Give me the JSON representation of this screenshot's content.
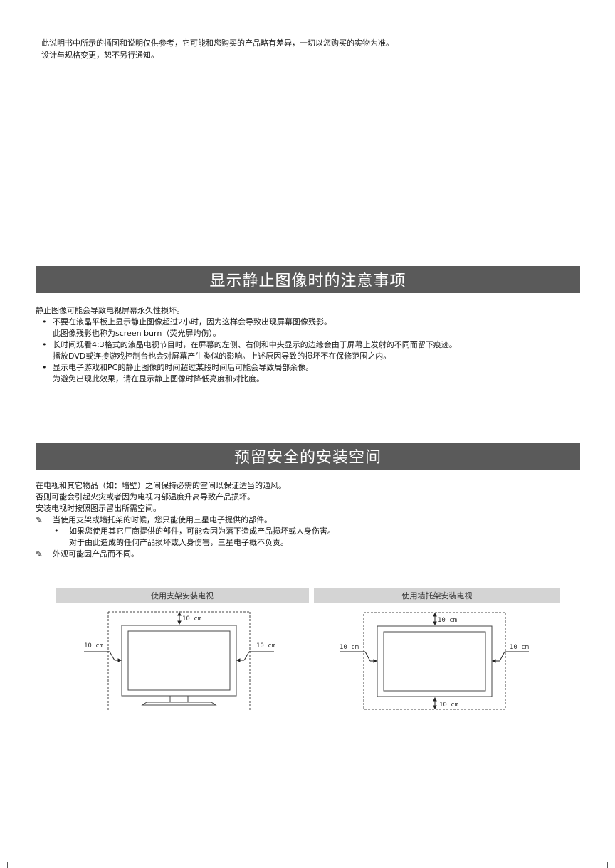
{
  "intro": {
    "line1": "此说明书中所示的插图和说明仅供参考，它可能和您购买的产品略有差异，一切以您购买的实物为准。",
    "line2": "设计与规格变更，恕不另行通知。"
  },
  "section1": {
    "title": "显示静止图像时的注意事项",
    "lead": "静止图像可能会导致电视屏幕永久性损坏。",
    "bullets": [
      {
        "line1": "不要在液晶平板上显示静止图像超过2小时，因为这样会导致出现屏幕图像残影。",
        "line2": "此图像残影也称为screen  burn（荧光屏灼伤）。"
      },
      {
        "line1": "长时间观看4:3格式的液晶电视节目时，在屏幕的左侧、右侧和中央显示的边缘会由于屏幕上发射的不同而留下痕迹。",
        "line2": "播放DVD或连接游戏控制台也会对屏幕产生类似的影响。上述原因导致的损坏不在保修范围之内。"
      },
      {
        "line1": "显示电子游戏和PC的静止图像的时间超过某段时间后可能会导致局部余像。",
        "line2": "为避免出现此效果，请在显示静止图像时降低亮度和对比度。"
      }
    ]
  },
  "section2": {
    "title": "预留安全的安装空间",
    "lines": [
      "在电视和其它物品（如：墙壁）之间保持必需的空间以保证适当的通风。",
      "否则可能会引起火灾或者因为电视内部温度升高导致产品损坏。",
      "安装电视时按照图示留出所需空间。"
    ],
    "note1": "当使用支架或墙托架的时候，您只能使用三星电子提供的部件。",
    "sub_bullet": {
      "line1": "如果您使用其它厂商提供的部件，可能会因为落下造成产品损坏或人身伤害。",
      "line2": "对于由此造成的任何产品损坏或人身伤害，三星电子概不负责。"
    },
    "note2": "外观可能因产品而不同。"
  },
  "diagrams": {
    "stand": {
      "header": "使用支架安装电视",
      "top": "10 cm",
      "left": "10 cm",
      "right": "10 cm"
    },
    "wall": {
      "header": "使用墙托架安装电视",
      "top": "10 cm",
      "left": "10 cm",
      "right": "10 cm",
      "bottom": "10 cm"
    }
  },
  "symbols": {
    "bullet": "•",
    "note": "✎"
  }
}
